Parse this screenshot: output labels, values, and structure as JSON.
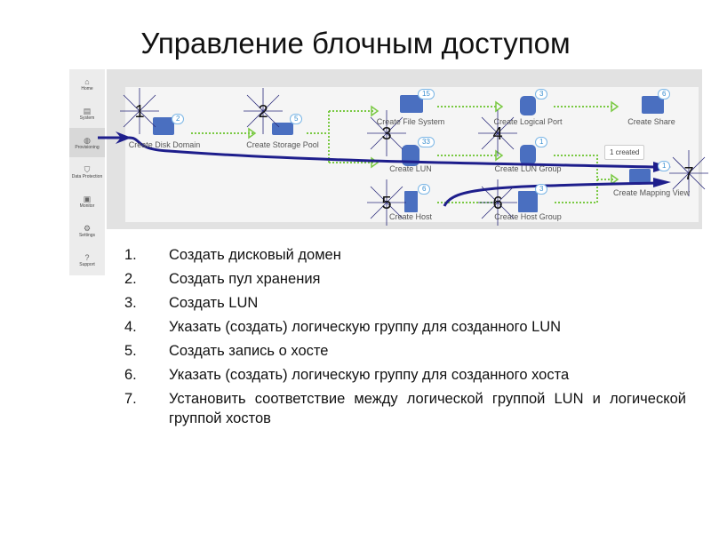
{
  "title": "Управление блочным доступом",
  "sidebar": [
    {
      "label": "Home",
      "icon": "⌂"
    },
    {
      "label": "System",
      "icon": "▤"
    },
    {
      "label": "Provisioning",
      "icon": "◍"
    },
    {
      "label": "Data Protection",
      "icon": "⛉"
    },
    {
      "label": "Monitor",
      "icon": "▣"
    },
    {
      "label": "Settings",
      "icon": "⚙"
    },
    {
      "label": "Support",
      "icon": "?"
    }
  ],
  "nodes": {
    "disk_domain": {
      "label": "Create Disk Domain",
      "count": "2"
    },
    "storage_pool": {
      "label": "Create Storage Pool",
      "count": "5"
    },
    "file_system": {
      "label": "Create File System",
      "count": "15"
    },
    "logical_port": {
      "label": "Create Logical Port",
      "count": "3"
    },
    "share": {
      "label": "Create Share",
      "count": "6"
    },
    "lun": {
      "label": "Create LUN",
      "count": "33"
    },
    "lun_group": {
      "label": "Create LUN Group",
      "count": "1"
    },
    "mapping_view": {
      "label": "Create Mapping View",
      "count": "1"
    },
    "host": {
      "label": "Create Host",
      "count": "6"
    },
    "host_group": {
      "label": "Create Host Group",
      "count": "3"
    }
  },
  "tooltip": "1 created",
  "steps": [
    {
      "n": "1.",
      "text": "Создать дисковый домен"
    },
    {
      "n": "2.",
      "text": "Создать пул хранения"
    },
    {
      "n": "3.",
      "text": "Создать LUN"
    },
    {
      "n": "4.",
      "text": "Указать (создать) логическую группу для созданного LUN"
    },
    {
      "n": "5.",
      "text": "Создать запись о хосте"
    },
    {
      "n": "6.",
      "text": "Указать (создать) логическую группу для созданного хоста"
    },
    {
      "n": "7.",
      "text": "Установить соответствие между логической группой LUN и логической группой хостов"
    }
  ],
  "markers": [
    "1",
    "2",
    "3",
    "4",
    "5",
    "6",
    "7"
  ],
  "colors": {
    "icon": "#4a6fc0",
    "flow": "#7ac943",
    "arrow": "#1e1e8c",
    "badge": "#3a8fd0"
  }
}
